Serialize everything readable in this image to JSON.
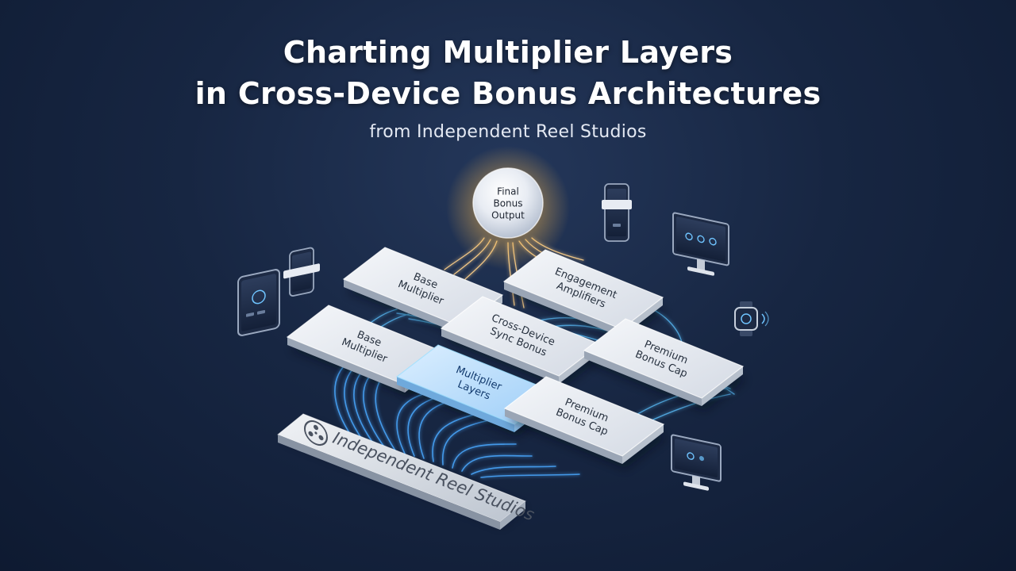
{
  "title": {
    "line1": "Charting Multiplier Layers",
    "line2": "in Cross-Device Bonus Architectures",
    "subtitle": "from Independent Reel Studios"
  },
  "diagram": {
    "output_node": {
      "lines": [
        "Final",
        "Bonus",
        "Output"
      ]
    },
    "layer_nodes": [
      {
        "id": "base-multiplier-top",
        "lines": [
          "Base",
          "Multiplier"
        ],
        "highlight": false
      },
      {
        "id": "engagement-amplifiers",
        "lines": [
          "Engagement",
          "Amplifiers"
        ],
        "highlight": false
      },
      {
        "id": "cross-device-sync-bonus",
        "lines": [
          "Cross-Device",
          "Sync Bonus"
        ],
        "highlight": false
      },
      {
        "id": "base-multiplier-left",
        "lines": [
          "Base",
          "Multiplier"
        ],
        "highlight": false
      },
      {
        "id": "premium-bonus-cap-right",
        "lines": [
          "Premium",
          "Bonus Cap"
        ],
        "highlight": false
      },
      {
        "id": "multiplier-layers",
        "lines": [
          "Multiplier",
          "Layers"
        ],
        "highlight": true
      },
      {
        "id": "premium-bonus-cap-bottom",
        "lines": [
          "Premium",
          "Bonus Cap"
        ],
        "highlight": false
      }
    ],
    "brand_plate": {
      "label": "Independent Reel Studios",
      "icon": "film-reel-icon"
    },
    "devices": [
      "tablet-icon",
      "phone-icon",
      "phone-icon",
      "monitor-icon",
      "smartwatch-icon",
      "monitor-icon"
    ]
  },
  "colors": {
    "background": "#172642",
    "accent_glow": "#56b8ff",
    "orb_glow": "#f6c56a",
    "tile_face": "#e9edf3",
    "tile_highlight": "#bfe0ff"
  }
}
